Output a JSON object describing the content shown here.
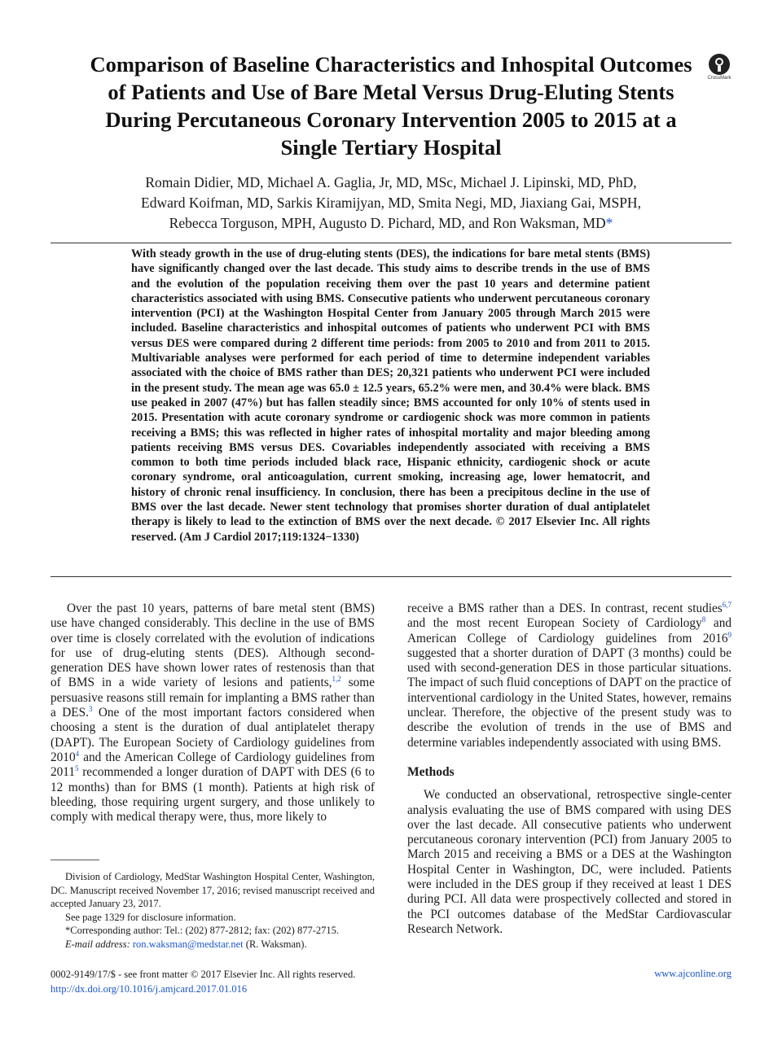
{
  "title": "Comparison of Baseline Characteristics and Inhospital Outcomes of Patients and Use of Bare Metal Versus Drug-Eluting Stents During Percutaneous Coronary Intervention 2005 to 2015 at a Single Tertiary Hospital",
  "crossmark_label": "CrossMark",
  "authors": {
    "line1": "Romain Didier, MD, Michael A. Gaglia, Jr, MD, MSc, Michael J. Lipinski, MD, PhD,",
    "line2": "Edward Koifman, MD, Sarkis Kiramijyan, MD, Smita Negi, MD, Jiaxiang Gai, MSPH,",
    "line3": "Rebecca Torguson, MPH, Augusto D. Pichard, MD, and Ron Waksman, MD",
    "corresponding_mark": "*"
  },
  "abstract": "With steady growth in the use of drug-eluting stents (DES), the indications for bare metal stents (BMS) have significantly changed over the last decade. This study aims to describe trends in the use of BMS and the evolution of the population receiving them over the past 10 years and determine patient characteristics associated with using BMS. Consecutive patients who underwent percutaneous coronary intervention (PCI) at the Washington Hospital Center from January 2005 through March 2015 were included. Baseline characteristics and inhospital outcomes of patients who underwent PCI with BMS versus DES were compared during 2 different time periods: from 2005 to 2010 and from 2011 to 2015. Multivariable analyses were performed for each period of time to determine independent variables associated with the choice of BMS rather than DES; 20,321 patients who underwent PCI were included in the present study. The mean age was 65.0 ± 12.5 years, 65.2% were men, and 30.4% were black. BMS use peaked in 2007 (47%) but has fallen steadily since; BMS accounted for only 10% of stents used in 2015. Presentation with acute coronary syndrome or cardiogenic shock was more common in patients receiving a BMS; this was reflected in higher rates of inhospital mortality and major bleeding among patients receiving BMS versus DES. Covariables independently associated with receiving a BMS common to both time periods included black race, Hispanic ethnicity, cardiogenic shock or acute coronary syndrome, oral anticoagulation, current smoking, increasing age, lower hematocrit, and history of chronic renal insufficiency. In conclusion, there has been a precipitous decline in the use of BMS over the last decade. Newer stent technology that promises shorter duration of dual antiplatelet therapy is likely to lead to the extinction of BMS over the next decade.    © 2017 Elsevier Inc. All rights reserved. (Am J Cardiol 2017;119:1324−1330)",
  "body": {
    "left": {
      "p1_a": "Over the past 10 years, patterns of bare metal stent (BMS) use have changed considerably. This decline in the use of BMS over time is closely correlated with the evolution of indications for use of drug-eluting stents (DES). Although second-generation DES have shown lower rates of restenosis than that of BMS in a wide variety of lesions and patients,",
      "ref_1_2": "1,2",
      "p1_b": " some persuasive reasons still remain for implanting a BMS rather than a DES.",
      "ref_3": "3",
      "p1_c": " One of the most important factors considered when choosing a stent is the duration of dual antiplatelet therapy (DAPT). The European Society of Cardiology guidelines from 2010",
      "ref_4": "4",
      "p1_d": " and the American College of Cardiology guidelines from 2011",
      "ref_5": "5",
      "p1_e": " recommended a longer duration of DAPT with DES (6 to 12 months) than for BMS (1 month). Patients at high risk of bleeding, those requiring urgent surgery, and those unlikely to comply with medical therapy were, thus, more likely to"
    },
    "right": {
      "p1_a": "receive a BMS rather than a DES. In contrast, recent studies",
      "ref_6_7": "6,7",
      "p1_b": " and the most recent European Society of Cardiology",
      "ref_8": "8",
      "p1_c": " and American College of Cardiology guidelines from 2016",
      "ref_9": "9",
      "p1_d": " suggested that a shorter duration of DAPT (3 months) could be used with second-generation DES in those particular situations. The impact of such fluid conceptions of DAPT on the practice of interventional cardiology in the United States, however, remains unclear. Therefore, the objective of the present study was to describe the evolution of trends in the use of BMS and determine variables independently associated with using BMS.",
      "methods_heading": "Methods",
      "methods_p": "We conducted an observational, retrospective single-center analysis evaluating the use of BMS compared with using DES over the last decade. All consecutive patients who underwent percutaneous coronary intervention (PCI) from January 2005 to March 2015 and receiving a BMS or a DES at the Washington Hospital Center in Washington, DC, were included. Patients were included in the DES group if they received at least 1 DES during PCI. All data were prospectively collected and stored in the PCI outcomes database of the MedStar Cardiovascular Research Network."
    }
  },
  "footnotes": {
    "affiliation": "Division of Cardiology, MedStar Washington Hospital Center, Washington, DC. Manuscript received November 17, 2016; revised manuscript received and accepted January 23, 2017.",
    "disclosure": "See page 1329 for disclosure information.",
    "corresponding": "*Corresponding author: Tel.: (202) 877-2812; fax: (202) 877-2715.",
    "email_label": "E-mail address:",
    "email": "ron.waksman@medstar.net",
    "email_suffix": " (R. Waksman)."
  },
  "footer": {
    "issn": "0002-9149/17/$ - see front matter © 2017 Elsevier Inc. All rights reserved.",
    "doi": "http://dx.doi.org/10.1016/j.amjcard.2017.01.016",
    "website": "www.ajconline.org"
  },
  "colors": {
    "link": "#1a55c9",
    "text": "#1a1a1a"
  }
}
